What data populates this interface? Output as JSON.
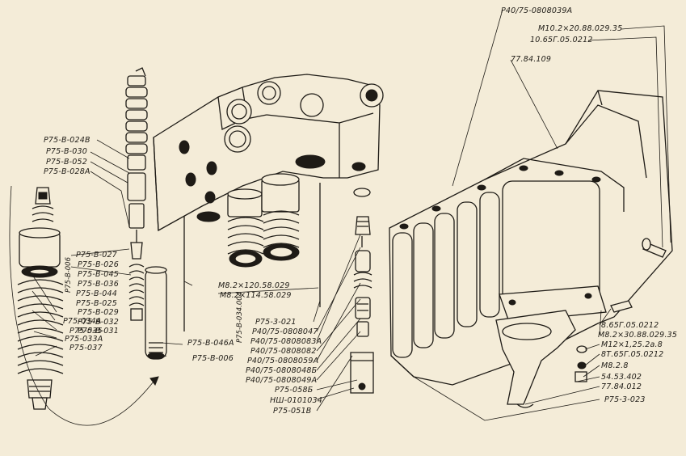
{
  "labels": {
    "l01": "P40/75-0808039A",
    "l02": "M10.2×20.88.029.35",
    "l03": "10.65Г.05.0212",
    "l04": "77.84.109",
    "l05": "P75-B-024B",
    "l06": "P75-B-030",
    "l07": "P75-B-052",
    "l08": "P75-B-028A",
    "l09": "P75-B-027",
    "l10": "P75-B-026",
    "l11": "P75-B-045",
    "l12": "P75-B-036",
    "l13": "P75-B-044",
    "l14": "P75-B-025",
    "l15": "P75-B-029",
    "l16": "P75-B-032",
    "l17": "P75-B-031",
    "l18": "P75-034A",
    "l19": "P75-035",
    "l20": "P75-033A",
    "l21": "P75-037",
    "l22": "M8.2×120.58.029",
    "l23": "M8.2×114.58.029",
    "l24": "P75-3-021",
    "l25": "P40/75-0808047",
    "l26": "P40/75-0808083A",
    "l27": "P40/75-0808082",
    "l28": "P40/75-0808059A",
    "l29": "P40/75-0808048Б",
    "l30": "P40/75-0808049A",
    "l31": "P75-058Б",
    "l32": "НШ-0101034",
    "l33": "P75-051B",
    "l34": "P75-B-046A",
    "l35": "P75-B-006",
    "l36": "8.65Г.05.0212",
    "l37": "M8.2×30.88.029.35",
    "l38": "M12×1,25.2a.8",
    "l39": "8Т.65Г.05.0212",
    "l40": "M8.2.8",
    "l41": "54.53.402",
    "l42": "77.84.012",
    "l43": "P75-3-023"
  },
  "vertical_labels": {
    "v1": "P75-B-006",
    "v2": "P75-В-034.004"
  }
}
